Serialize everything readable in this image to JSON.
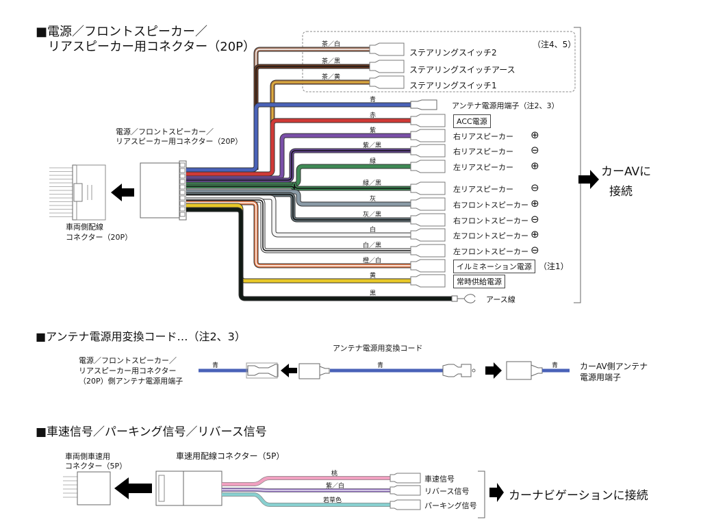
{
  "section1": {
    "title_line1": "■電源／フロントスピーカー／",
    "title_line2": "リアスピーカー用コネクター（20P）",
    "connector_label_line1": "電源／フロントスピーカー／",
    "connector_label_line2": "リアスピーカー用コネクター（20P）",
    "vehicle_connector_line1": "車両側配線",
    "vehicle_connector_line2": "コネクター（20P）",
    "steering_note": "（注4、5）",
    "connect_line1": "カーAVに",
    "connect_line2": "接続",
    "wires": [
      {
        "color_name": "茶／白",
        "function": "ステアリングスイッチ2",
        "color": "#a0705a",
        "stripe": "#ffffff",
        "polarity": "",
        "boxed": false,
        "note": ""
      },
      {
        "color_name": "茶／黒",
        "function": "ステアリングスイッチアース",
        "color": "#6b3a22",
        "stripe": "#1a1a1a",
        "polarity": "",
        "boxed": false,
        "note": ""
      },
      {
        "color_name": "茶／黄",
        "function": "ステアリングスイッチ1",
        "color": "#b07a3c",
        "stripe": "#e8c040",
        "polarity": "",
        "boxed": false,
        "note": ""
      },
      {
        "color_name": "青",
        "function": "アンテナ電源用端子（注2、3）",
        "color": "#4a62b8",
        "stripe": "",
        "polarity": "",
        "boxed": false,
        "note": ""
      },
      {
        "color_name": "赤",
        "function": "ACC電源",
        "color": "#d03a36",
        "stripe": "",
        "polarity": "",
        "boxed": true,
        "note": ""
      },
      {
        "color_name": "紫",
        "function": "右リアスピーカー",
        "color": "#7a4fa8",
        "stripe": "",
        "polarity": "⊕",
        "boxed": false,
        "note": ""
      },
      {
        "color_name": "紫／黒",
        "function": "右リアスピーカー",
        "color": "#6a4a9a",
        "stripe": "#111111",
        "polarity": "⊖",
        "boxed": false,
        "note": ""
      },
      {
        "color_name": "緑",
        "function": "左リアスピーカー",
        "color": "#3f8a55",
        "stripe": "",
        "polarity": "⊕",
        "boxed": false,
        "note": ""
      },
      {
        "color_name": "緑／黒",
        "function": "左リアスピーカー",
        "color": "#3f8a55",
        "stripe": "#111111",
        "polarity": "⊖",
        "boxed": false,
        "note": ""
      },
      {
        "color_name": "灰",
        "function": "右フロントスピーカー",
        "color": "#8a9aa6",
        "stripe": "",
        "polarity": "⊕",
        "boxed": false,
        "note": ""
      },
      {
        "color_name": "灰／黒",
        "function": "右フロントスピーカー",
        "color": "#6a7a80",
        "stripe": "#111111",
        "polarity": "⊖",
        "boxed": false,
        "note": ""
      },
      {
        "color_name": "白",
        "function": "左フロントスピーカー",
        "color": "#f4f4f4",
        "stripe": "",
        "polarity": "⊕",
        "boxed": false,
        "note": ""
      },
      {
        "color_name": "白／黒",
        "function": "左フロントスピーカー",
        "color": "#f4f4f4",
        "stripe": "#111111",
        "polarity": "⊖",
        "boxed": false,
        "note": ""
      },
      {
        "color_name": "橙／白",
        "function": "イルミネーション電源",
        "color": "#e07a4a",
        "stripe": "#ffffff",
        "polarity": "",
        "boxed": true,
        "note": "（注1）"
      },
      {
        "color_name": "黄",
        "function": "常時供給電源",
        "color": "#e8c828",
        "stripe": "",
        "polarity": "",
        "boxed": true,
        "note": ""
      },
      {
        "color_name": "黒",
        "function": "アース線",
        "color": "#111a14",
        "stripe": "",
        "polarity": "",
        "boxed": false,
        "note": ""
      }
    ]
  },
  "section2": {
    "title": "■アンテナ電源用変換コード…（注2、3）",
    "left_label_line1": "電源／フロントスピーカー／",
    "left_label_line2": "リアスピーカー用コネクター",
    "left_label_line3": "（20P）側アンテナ電源用端子",
    "cord_label": "アンテナ電源用変換コード",
    "wire_left": "青",
    "wire_mid": "青",
    "wire_right": "青",
    "right_label_line1": "カーAV側アンテナ",
    "right_label_line2": "電源用端子",
    "wire_color": "#4a62b8"
  },
  "section3": {
    "title": "■車速信号／パーキング信号／リバース信号",
    "vehicle_label_line1": "車両側車速用",
    "vehicle_label_line2": "コネクター（5P）",
    "connector_label": "車速用配線コネクター（5P）",
    "connect_label": "カーナビゲーションに接続",
    "wires": [
      {
        "color_name": "桃",
        "function": "車速信号",
        "color": "#f0a0c0",
        "stripe": ""
      },
      {
        "color_name": "紫／白",
        "function": "リバース信号",
        "color": "#8a6ab8",
        "stripe": "#ffffff"
      },
      {
        "color_name": "若草色",
        "function": "パーキング信号",
        "color": "#88d0d0",
        "stripe": ""
      }
    ]
  }
}
